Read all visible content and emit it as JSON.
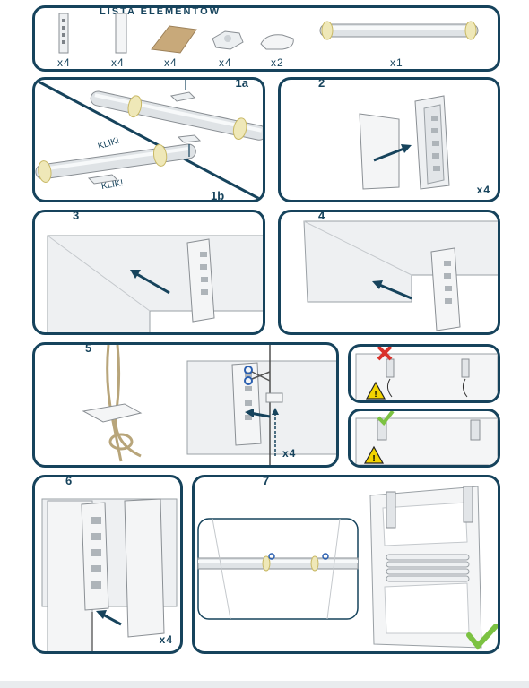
{
  "parts": {
    "title": "LISTA ELEMENTÓW",
    "quantities": [
      "x4",
      "x4",
      "x4",
      "x4",
      "x2",
      "x1"
    ]
  },
  "steps": {
    "s1a": "1a",
    "s1b": "1b",
    "klik1": "KLIK!",
    "klik2": "KLIK!",
    "s2": "2",
    "s2_qty": "x4",
    "s3": "3",
    "s4": "4",
    "s5": "5",
    "s5_qty": "x4",
    "s6": "6",
    "s6_qty": "x4",
    "s7": "7"
  },
  "colors": {
    "border": "#16435c",
    "arrow": "#16435c",
    "wrong": "#d9322b",
    "correct": "#7cc242",
    "warning": "#f2d300"
  },
  "icons": [
    "warning-icon",
    "cross-icon",
    "check-icon",
    "scissors-icon",
    "arrow-icon"
  ]
}
